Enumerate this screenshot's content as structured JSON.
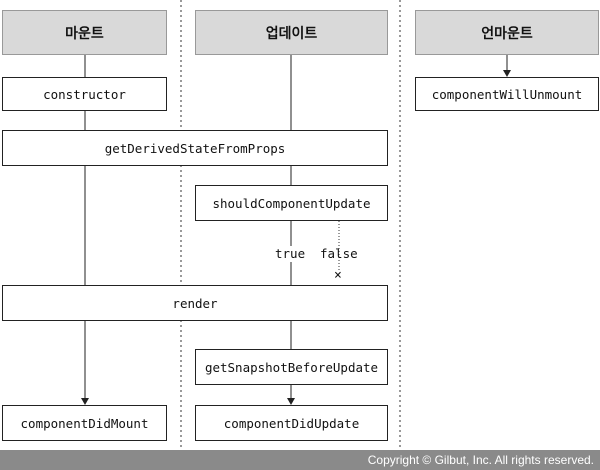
{
  "columns": {
    "mount": "마운트",
    "update": "업데이트",
    "unmount": "언마운트"
  },
  "methods": {
    "constructor": "constructor",
    "get_derived_state_from_props": "getDerivedStateFromProps",
    "should_component_update": "shouldComponentUpdate",
    "render": "render",
    "get_snapshot_before_update": "getSnapshotBeforeUpdate",
    "component_did_mount": "componentDidMount",
    "component_did_update": "componentDidUpdate",
    "component_will_unmount": "componentWillUnmount"
  },
  "branches": {
    "true_label": "true",
    "false_label": "false",
    "stop_mark": "×"
  },
  "footer": {
    "copyright": "Copyright © Gilbut, Inc. All rights reserved."
  }
}
